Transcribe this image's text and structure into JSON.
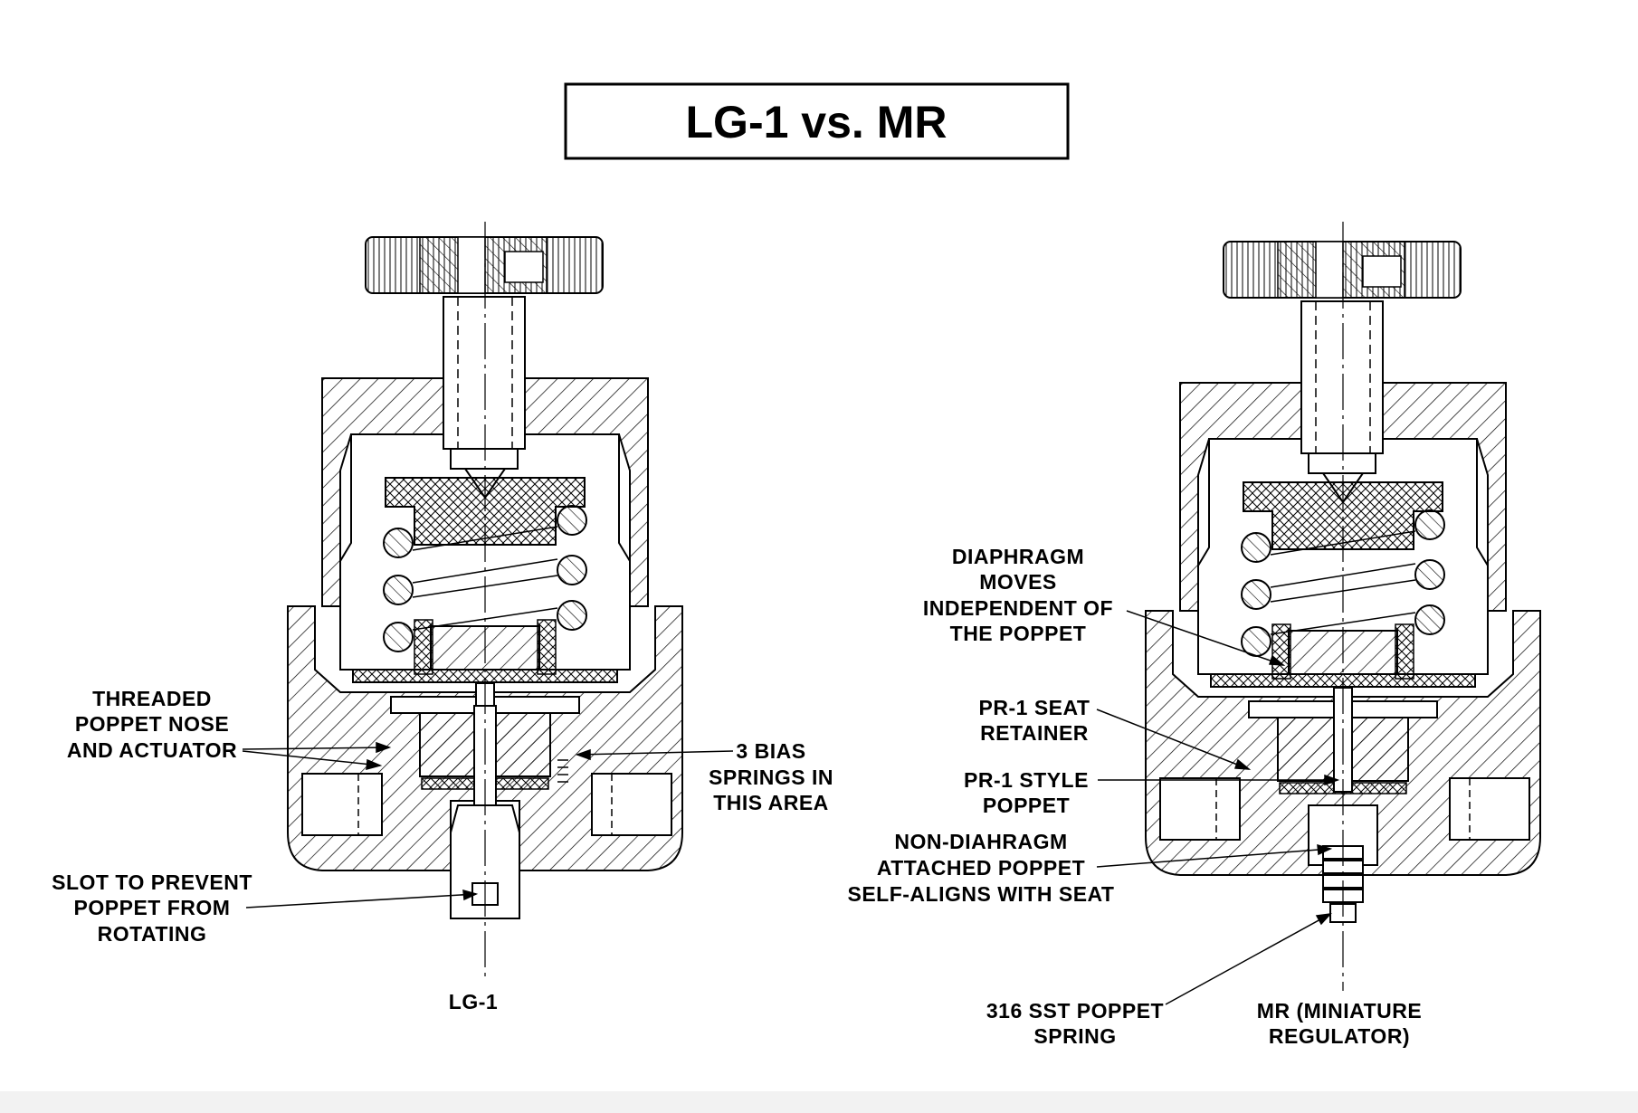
{
  "title": "LG-1 vs. MR",
  "left_diagram": {
    "caption": "LG-1",
    "labels": {
      "threaded": [
        "THREADED",
        "POPPET NOSE",
        "AND ACTUATOR"
      ],
      "bias": [
        "3 BIAS",
        "SPRINGS IN",
        "THIS AREA"
      ],
      "slot": [
        "SLOT TO PREVENT",
        "POPPET FROM",
        "ROTATING"
      ]
    }
  },
  "right_diagram": {
    "caption": [
      "MR (MINIATURE",
      "REGULATOR)"
    ],
    "labels": {
      "diaphragm": [
        "DIAPHRAGM",
        "MOVES",
        "INDEPENDENT OF",
        "THE POPPET"
      ],
      "seat_retainer": [
        "PR-1 SEAT",
        "RETAINER"
      ],
      "poppet_style": [
        "PR-1 STYLE",
        "POPPET"
      ],
      "non_attached": [
        "NON-DIAHRAGM",
        "ATTACHED POPPET",
        "SELF-ALIGNS WITH SEAT"
      ],
      "spring": [
        "316 SST POPPET",
        "SPRING"
      ]
    }
  }
}
